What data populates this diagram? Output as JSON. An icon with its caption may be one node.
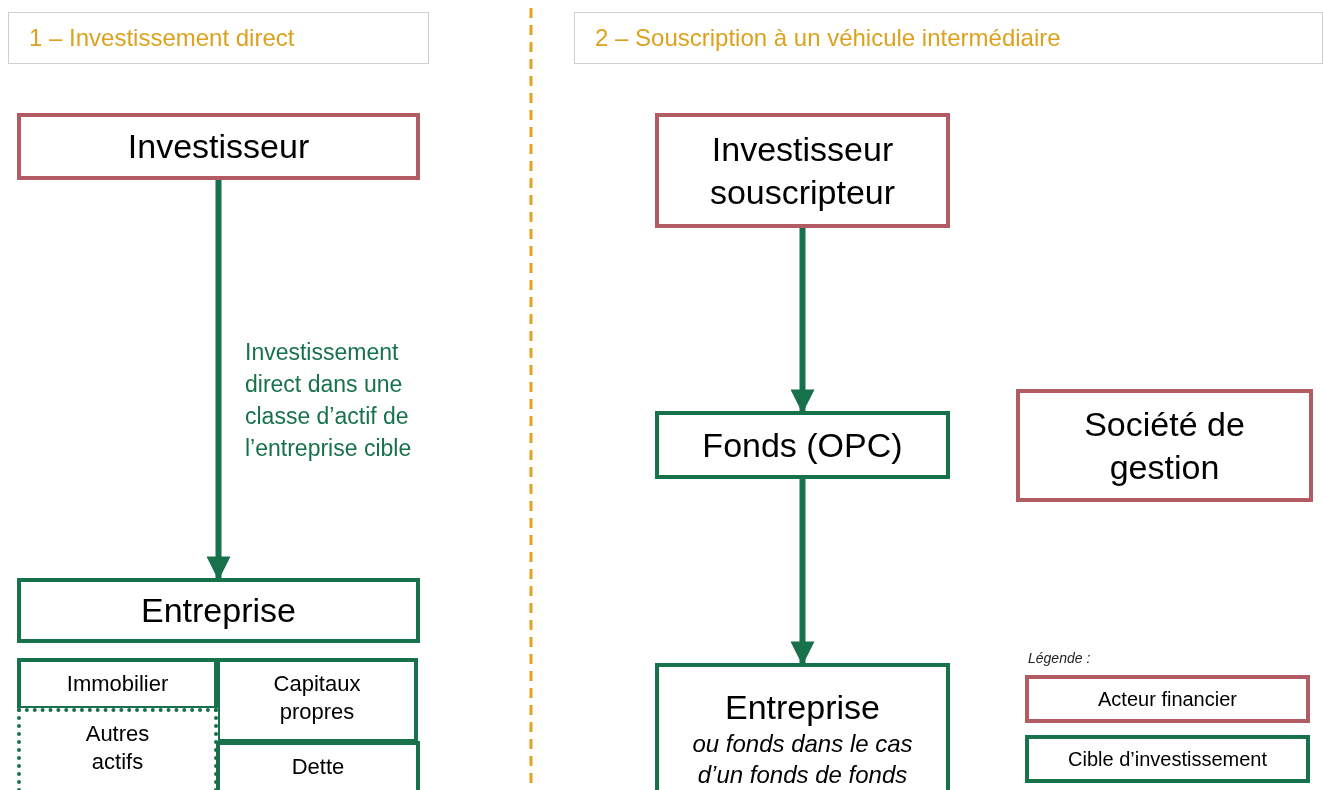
{
  "diagram": {
    "nodes": [
      {
        "text": [
          "1 – Investissement direct"
        ]
      },
      {
        "text": [
          "2 – Souscription à un véhicule intermédiaire"
        ]
      },
      {
        "text": [
          "Investisseur"
        ]
      },
      {
        "text": [
          "Entreprise"
        ]
      },
      {
        "text": [
          "Immobilier"
        ]
      },
      {
        "text": [
          "Capitaux propres"
        ]
      },
      {
        "text": [
          "Autres actifs"
        ]
      },
      {
        "text": [
          "Dette"
        ]
      },
      {
        "text": [
          "Investisseur souscripteur"
        ]
      },
      {
        "text": [
          "Fonds (OPC)"
        ]
      },
      {
        "text": [
          "Société de gestion"
        ]
      },
      {
        "text": [
          "Entreprise",
          "ou fonds dans le cas d’un fonds de fonds"
        ]
      }
    ],
    "edges": [
      {
        "from": 2,
        "to": 3,
        "arrow": "to",
        "label": "Investissement direct dans une classe d’actif de l’entreprise cible"
      },
      {
        "from": 8,
        "to": 9,
        "arrow": "to"
      },
      {
        "from": 9,
        "to": 11,
        "arrow": "to"
      }
    ],
    "labels": [
      "Légende :"
    ],
    "legend": [
      {
        "text": "Acteur financier",
        "color": "#b25b63"
      },
      {
        "text": "Cible d’investissement",
        "color": "#17714a"
      }
    ]
  }
}
